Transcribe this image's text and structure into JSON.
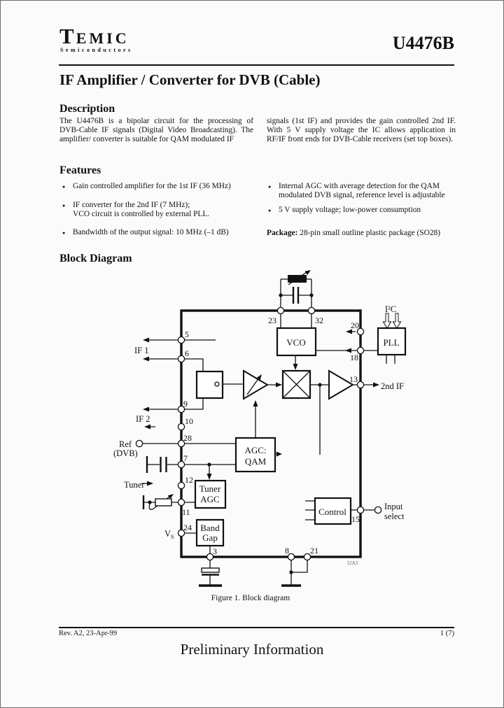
{
  "header": {
    "brand_initial": "T",
    "brand_rest": "EMIC",
    "brand_sub": "Semiconductors",
    "part_number": "U4476B"
  },
  "title": "IF Amplifier / Converter for DVB (Cable)",
  "description": {
    "heading": "Description",
    "left_lines": [
      "The U4476B is a bipolar circuit for the processing of",
      "DVB-Cable IF signals (Digital Video Broadcasting). The",
      "amplifier/ converter is suitable for QAM modulated IF"
    ],
    "right_lines": [
      "signals (1st IF) and provides the gain controlled 2nd IF.",
      "With 5 V supply voltage the IC allows application in",
      "RF/IF front ends for DVB-Cable receivers (set top boxes)."
    ]
  },
  "features": {
    "heading": "Features",
    "bullet_glyph": "●",
    "left_items": [
      [
        "Gain controlled amplifier for the 1st IF (36 MHz)"
      ],
      [
        "IF converter for the 2nd IF (7 MHz);",
        "VCO circuit is controlled by external PLL."
      ],
      [
        "Bandwidth of the output signal: 10 MHz (–1 dB)"
      ]
    ],
    "right_items": [
      [
        "Internal AGC with average detection for the QAM",
        "modulated DVB signal, reference level is adjustable"
      ],
      [
        "5 V supply voltage; low-power consumption"
      ]
    ],
    "package_label": "Package:",
    "package_text": " 28-pin small outline plastic package (SO28)"
  },
  "diagram": {
    "heading": "Block Diagram",
    "caption": "Figure 1.  Block diagram",
    "drawing_number": "12A3",
    "blocks": {
      "vco": "VCO",
      "pll": "PLL",
      "agc_line1": "AGC:",
      "agc_line2": "QAM",
      "tagc_line1": "Tuner",
      "tagc_line2": "AGC",
      "bg_line1": "Band",
      "bg_line2": "Gap",
      "control": "Control"
    },
    "signals": {
      "if1": "IF 1",
      "if2": "IF 2",
      "ref": "Ref",
      "ref2": "(DVB)",
      "tuner": "Tuner",
      "vs_main": "V",
      "vs_sub": "S",
      "i2c": "I²C",
      "second_if": "2nd IF",
      "input_line1": "Input",
      "input_line2": "select"
    },
    "pins": {
      "p5": "5",
      "p6": "6",
      "p9": "9",
      "p10": "10",
      "p28": "28",
      "p7": "7",
      "p12": "12",
      "p11": "11",
      "p24": "24",
      "p3": "3",
      "p8": "8",
      "p21": "21",
      "p23": "23",
      "p32": "32",
      "p20": "20",
      "p18": "18",
      "p13": "13",
      "p15": "15"
    }
  },
  "footer": {
    "revision": "Rev. A2, 23-Apr-99",
    "page": "1 (7)",
    "status": "Preliminary Information"
  }
}
